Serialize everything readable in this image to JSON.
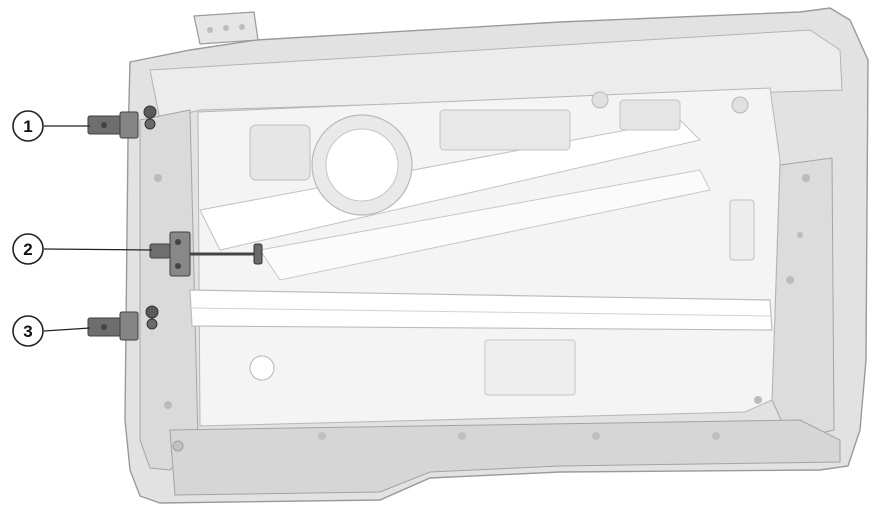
{
  "diagram": {
    "colors": {
      "panel_fill": "#e3e3e3",
      "panel_edge": "#9d9d9d",
      "inner_fill": "#f3f3f3",
      "shadow": "#c9c9c9",
      "hardware": "#5a5a5a",
      "leader": "#222222"
    },
    "callouts": [
      {
        "id": "callout-1",
        "number": "1",
        "part": "upper-hinge"
      },
      {
        "id": "callout-2",
        "number": "2",
        "part": "door-check-strap"
      },
      {
        "id": "callout-3",
        "number": "3",
        "part": "lower-hinge"
      }
    ]
  }
}
